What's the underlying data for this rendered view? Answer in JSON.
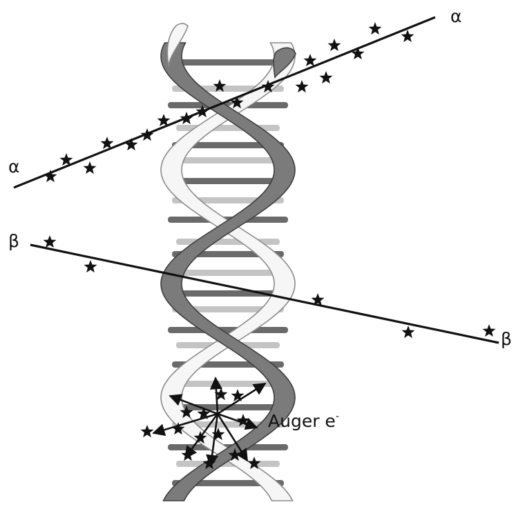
{
  "labels": {
    "alpha_left": "α",
    "alpha_right": "α",
    "beta_left": "β",
    "beta_right": "β",
    "auger_text": "Auger e",
    "auger_superscript": "-"
  },
  "colors": {
    "ink": "#111111",
    "strand_dark": "#7b7b7b",
    "strand_dark_edge": "#3d3d3d",
    "strand_light": "#f6f6f6",
    "strand_light_edge": "#8a8a8a",
    "base_pair_dark": "#6a6a6a",
    "base_pair_light": "#c4c4c4"
  },
  "icons": {
    "ionization_event": "star-icon",
    "electron_track": "arrow-icon"
  }
}
